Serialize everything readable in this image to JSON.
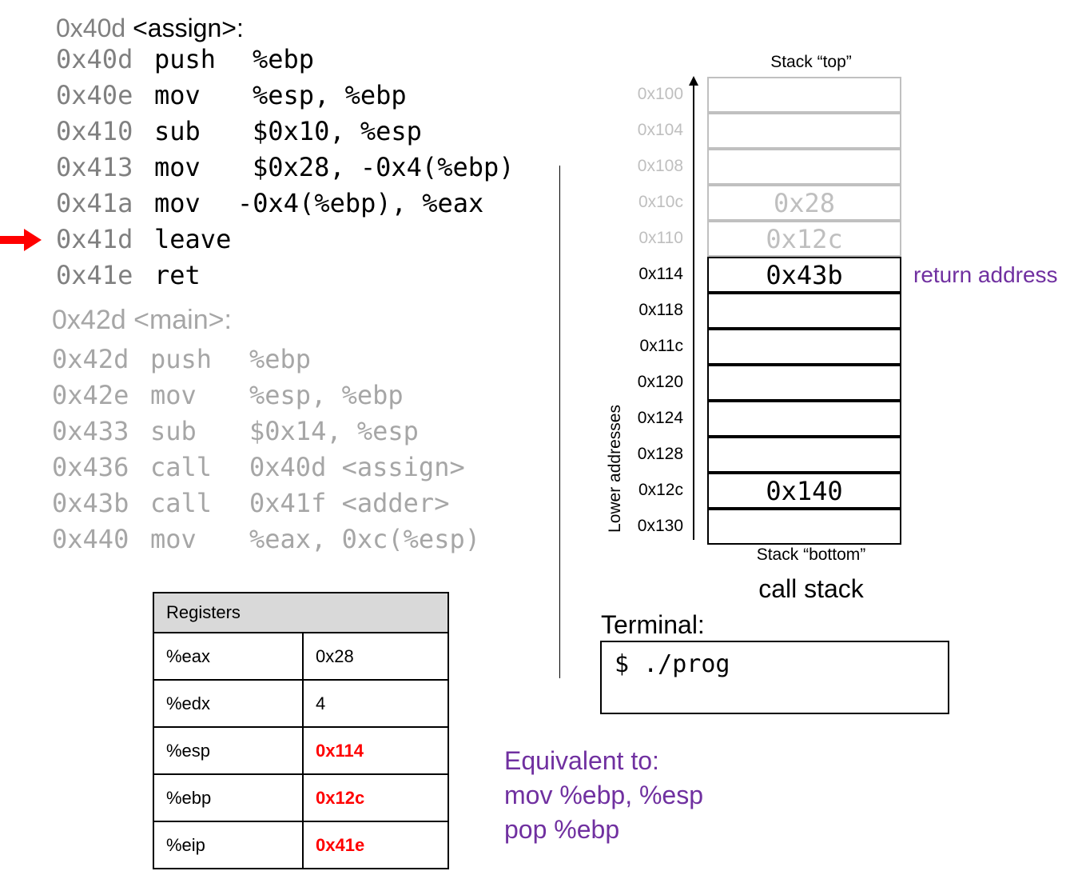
{
  "assign": {
    "header_addr": "0x40d",
    "header_name": "<assign>:",
    "lines": [
      {
        "addr": "0x40d",
        "op": "push",
        "args": "%ebp"
      },
      {
        "addr": "0x40e",
        "op": "mov",
        "args": "%esp, %ebp"
      },
      {
        "addr": "0x410",
        "op": "sub",
        "args": "$0x10, %esp"
      },
      {
        "addr": "0x413",
        "op": "mov",
        "args": "$0x28, -0x4(%ebp)"
      },
      {
        "addr": "0x41a",
        "op": "mov",
        "args": "-0x4(%ebp), %eax"
      },
      {
        "addr": "0x41d",
        "op": "leave",
        "args": ""
      },
      {
        "addr": "0x41e",
        "op": "ret",
        "args": ""
      }
    ],
    "current_line_index": 5
  },
  "main": {
    "header": "0x42d <main>:",
    "lines": [
      {
        "addr": "0x42d",
        "op": "push",
        "args": "%ebp"
      },
      {
        "addr": "0x42e",
        "op": "mov",
        "args": "%esp, %ebp"
      },
      {
        "addr": "0x433",
        "op": "sub",
        "args": "$0x14, %esp"
      },
      {
        "addr": "0x436",
        "op": "call",
        "args": "0x40d <assign>"
      },
      {
        "addr": "0x43b",
        "op": "call",
        "args": "0x41f <adder>"
      },
      {
        "addr": "0x440",
        "op": "mov",
        "args": "%eax, 0xc(%esp)"
      }
    ]
  },
  "stack": {
    "top_label": "Stack “top”",
    "bottom_label": "Stack “bottom”",
    "title": "call stack",
    "axis_label": "Lower addresses",
    "rows": [
      {
        "addr": "0x100",
        "value": "",
        "inactive": true
      },
      {
        "addr": "0x104",
        "value": "",
        "inactive": true
      },
      {
        "addr": "0x108",
        "value": "",
        "inactive": true
      },
      {
        "addr": "0x10c",
        "value": "0x28",
        "inactive": true
      },
      {
        "addr": "0x110",
        "value": "0x12c",
        "inactive": true
      },
      {
        "addr": "0x114",
        "value": "0x43b",
        "inactive": false
      },
      {
        "addr": "0x118",
        "value": "",
        "inactive": false
      },
      {
        "addr": "0x11c",
        "value": "",
        "inactive": false
      },
      {
        "addr": "0x120",
        "value": "",
        "inactive": false
      },
      {
        "addr": "0x124",
        "value": "",
        "inactive": false
      },
      {
        "addr": "0x128",
        "value": "",
        "inactive": false
      },
      {
        "addr": "0x12c",
        "value": "0x140",
        "inactive": false
      },
      {
        "addr": "0x130",
        "value": "",
        "inactive": false
      }
    ],
    "annotation": "return address"
  },
  "registers": {
    "title": "Registers",
    "rows": [
      {
        "name": "%eax",
        "value": "0x28",
        "changed": false
      },
      {
        "name": "%edx",
        "value": "4",
        "changed": false
      },
      {
        "name": "%esp",
        "value": "0x114",
        "changed": true
      },
      {
        "name": "%ebp",
        "value": "0x12c",
        "changed": true
      },
      {
        "name": "%eip",
        "value": "0x41e",
        "changed": true
      }
    ]
  },
  "terminal": {
    "label": "Terminal:",
    "content": "$ ./prog"
  },
  "note": {
    "lines": [
      "Equivalent to:",
      "mov %ebp, %esp",
      "pop %ebp"
    ]
  },
  "colors": {
    "accent": "#7030a0",
    "highlight": "#ff0000"
  }
}
